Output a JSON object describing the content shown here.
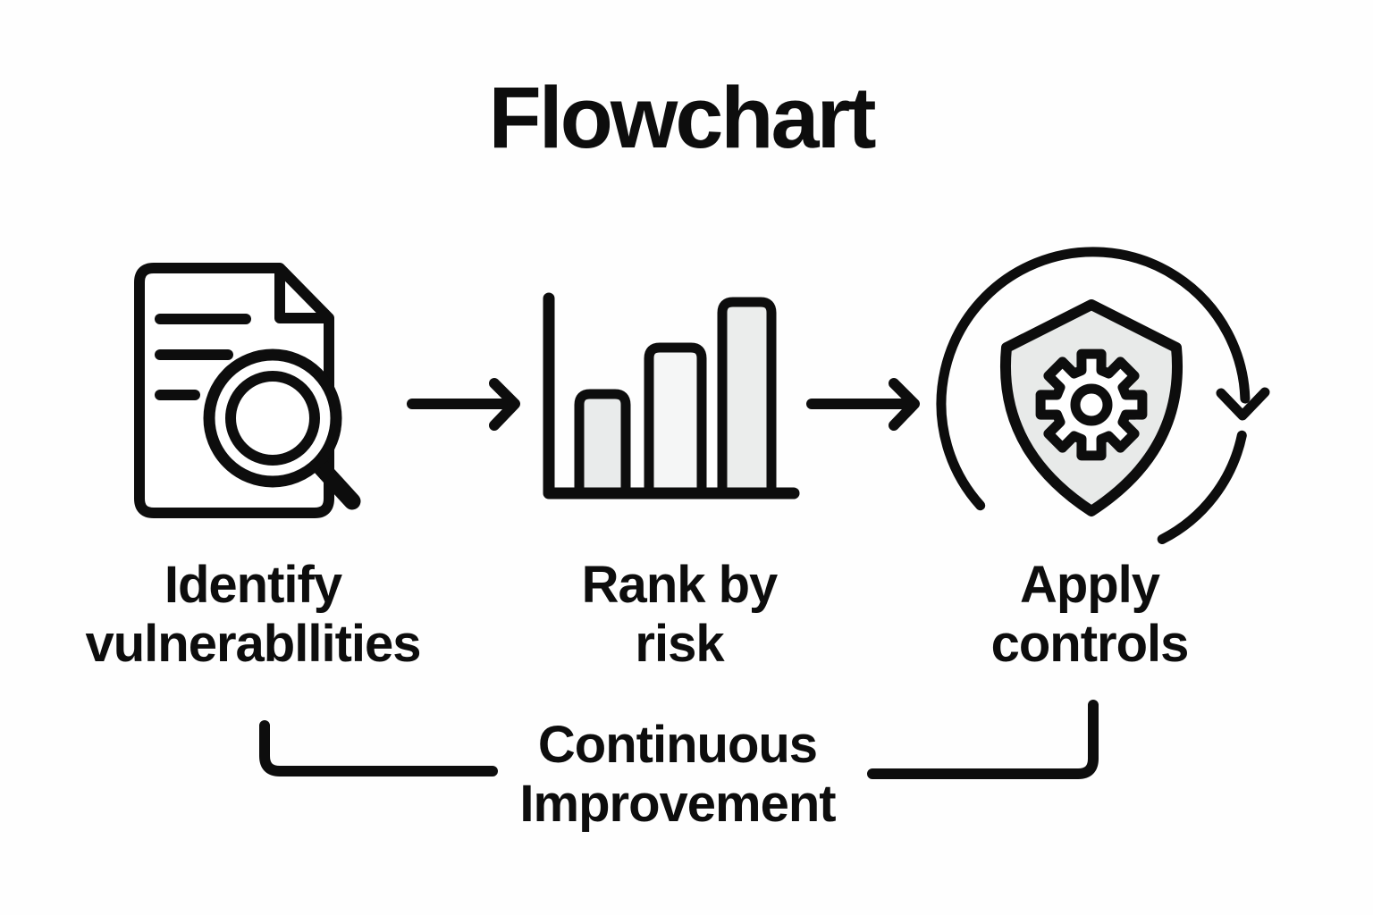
{
  "title": "Flowchart",
  "steps": [
    {
      "caption_line1": "Identify",
      "caption_line2": "vulnerabllities",
      "icon": "document-search-icon"
    },
    {
      "caption_line1": "Rank by",
      "caption_line2": "risk",
      "icon": "bar-chart-icon"
    },
    {
      "caption_line1": "Apply",
      "caption_line2": "controls",
      "icon": "shield-gear-cycle-icon"
    }
  ],
  "footer": {
    "line1": "Continuous",
    "line2": "Improvement"
  },
  "colors": {
    "ink": "#0d0d0d",
    "shield_fill": "#e8eae9",
    "background": "#fefefe",
    "bar_fills": [
      "#e9ebeb",
      "#f5f6f6",
      "#ebedec"
    ]
  }
}
